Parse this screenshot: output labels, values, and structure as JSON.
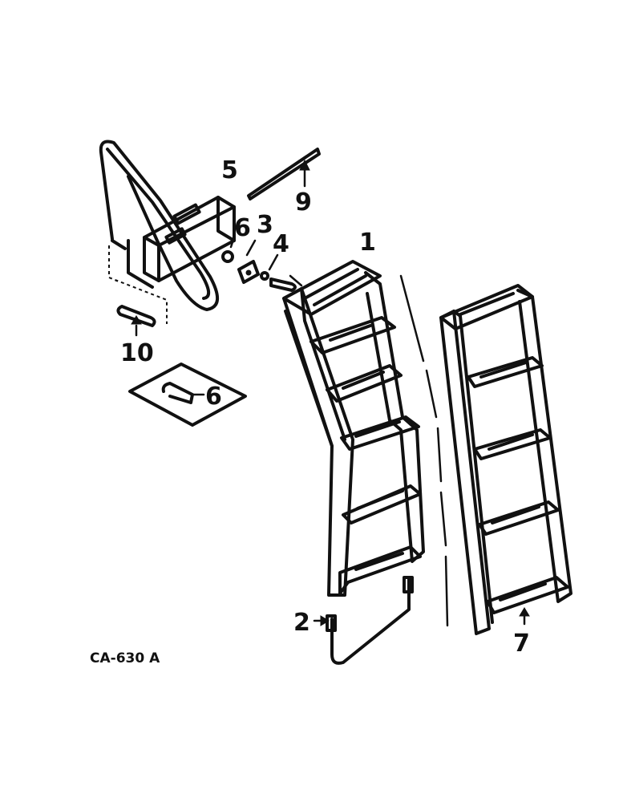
{
  "diagram": {
    "callouts": {
      "c1": "1",
      "c2": "2",
      "c3": "3",
      "c4": "4",
      "c5": "5",
      "c6a": "6",
      "c6b": "6",
      "c7": "7",
      "c9": "9",
      "c10": "10"
    },
    "drawing_code": "CA-630 A"
  }
}
